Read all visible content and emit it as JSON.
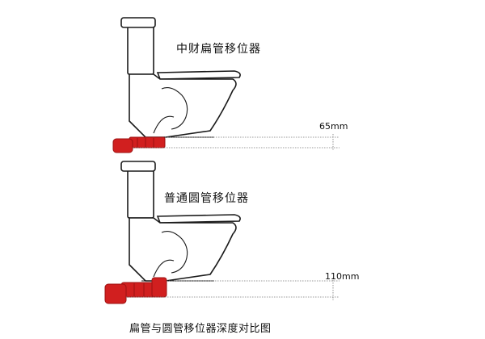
{
  "labels": {
    "top_title": "中财扁管移位器",
    "bottom_title": "普通圆管移位器",
    "top_dimension": "65mm",
    "bottom_dimension": "110mm",
    "caption": "扁管与圆管移位器深度对比图"
  },
  "colors": {
    "pipe": "#d11f1f",
    "pipe_dark": "#9c1212",
    "outline": "#1a1a1a",
    "dotted": "#777777"
  }
}
